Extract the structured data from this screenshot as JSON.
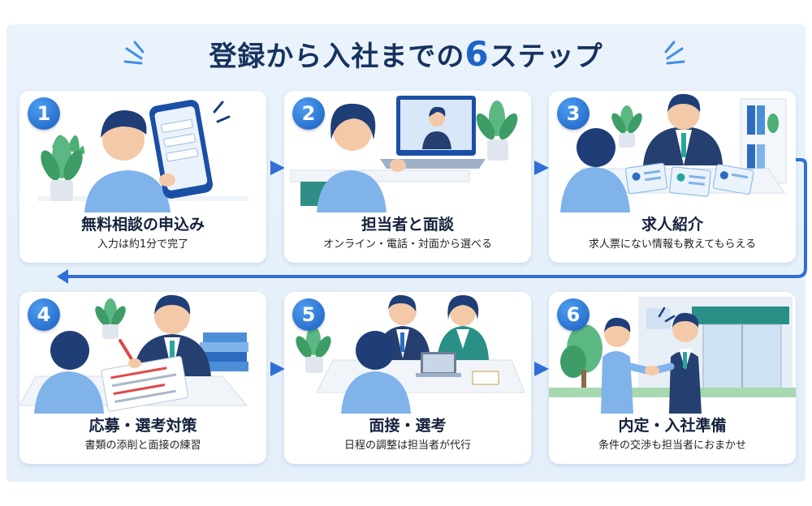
{
  "title": {
    "main": "登録から入社までの",
    "number": "6",
    "tail": "ステップ"
  },
  "colors": {
    "accent": "#1f64c8",
    "navy": "#16325f",
    "background": "#e6f0fb",
    "connector": "#2f6fd6"
  },
  "steps": [
    {
      "number": "1",
      "title": "無料相談の申込み",
      "subtitle": "入力は約1分で完了",
      "icon": "smartphone-form-icon"
    },
    {
      "number": "2",
      "title": "担当者と面談",
      "subtitle": "オンライン・電話・対面から選べる",
      "icon": "laptop-video-call-icon"
    },
    {
      "number": "3",
      "title": "求人紹介",
      "subtitle": "求人票にない情報も教えてもらえる",
      "icon": "job-cards-icon"
    },
    {
      "number": "4",
      "title": "応募・選考対策",
      "subtitle": "書類の添削と面接の練習",
      "icon": "document-correction-icon"
    },
    {
      "number": "5",
      "title": "面接・選考",
      "subtitle": "日程の調整は担当者が代行",
      "icon": "interview-table-icon"
    },
    {
      "number": "6",
      "title": "内定・入社準備",
      "subtitle": "条件の交渉も担当者におまかせ",
      "icon": "handshake-icon"
    }
  ]
}
